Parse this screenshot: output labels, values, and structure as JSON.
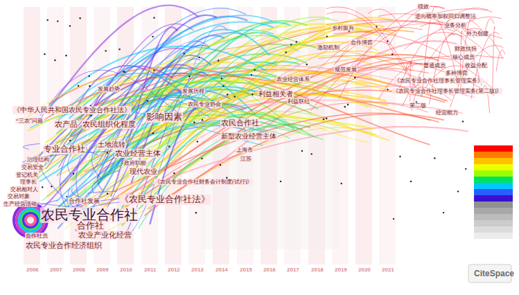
{
  "diagram": {
    "labels": [
      "《中华人民共和国农民专业合作社法》",
      "“三农”问题",
      "发展趋势",
      "农产品",
      "农民组织化程度",
      "影响因素",
      "专业合作社",
      "治理结构",
      "交易安全",
      "登记机关",
      "理事长",
      "交易相对人",
      "交易对象",
      "生产经营活动",
      "合作社发展",
      "《农民专业合作社法》",
      "农民专业合作社",
      "合作社",
      "合作社员",
      "农业产业化经营",
      "农民专业合作经济组织",
      "土地流转",
      "农业经营主体",
      "政府职能",
      "现代农业",
      "《农民专业合作社财务会计制度(试行)》",
      "发展历程",
      "农民专业协会",
      "农民合作社",
      "新型农业经营主体",
      "上海市",
      "江苏",
      "利益相关者",
      "农业经营体系",
      "利益联结",
      "激励机制",
      "规范发展",
      "乡村振兴",
      "合作博弈",
      "绩效",
      "逆向概率加权回归调整法",
      "业务分析",
      "外力创建",
      "财政扶持",
      "核心成员",
      "普通成员",
      "收益分配",
      "多种博弈",
      "《农民专业合作社理事长管理实务》",
      "《农民专业合作社理事长管理实务(第二版)》",
      "第二版",
      "经营能力",
      "2006",
      "2007",
      "2008",
      "2009",
      "2010",
      "2011",
      "2012",
      "2013",
      "2014",
      "2015",
      "2016",
      "2017",
      "2018",
      "2019",
      "2020",
      "2021",
      "CiteSpace"
    ]
  }
}
